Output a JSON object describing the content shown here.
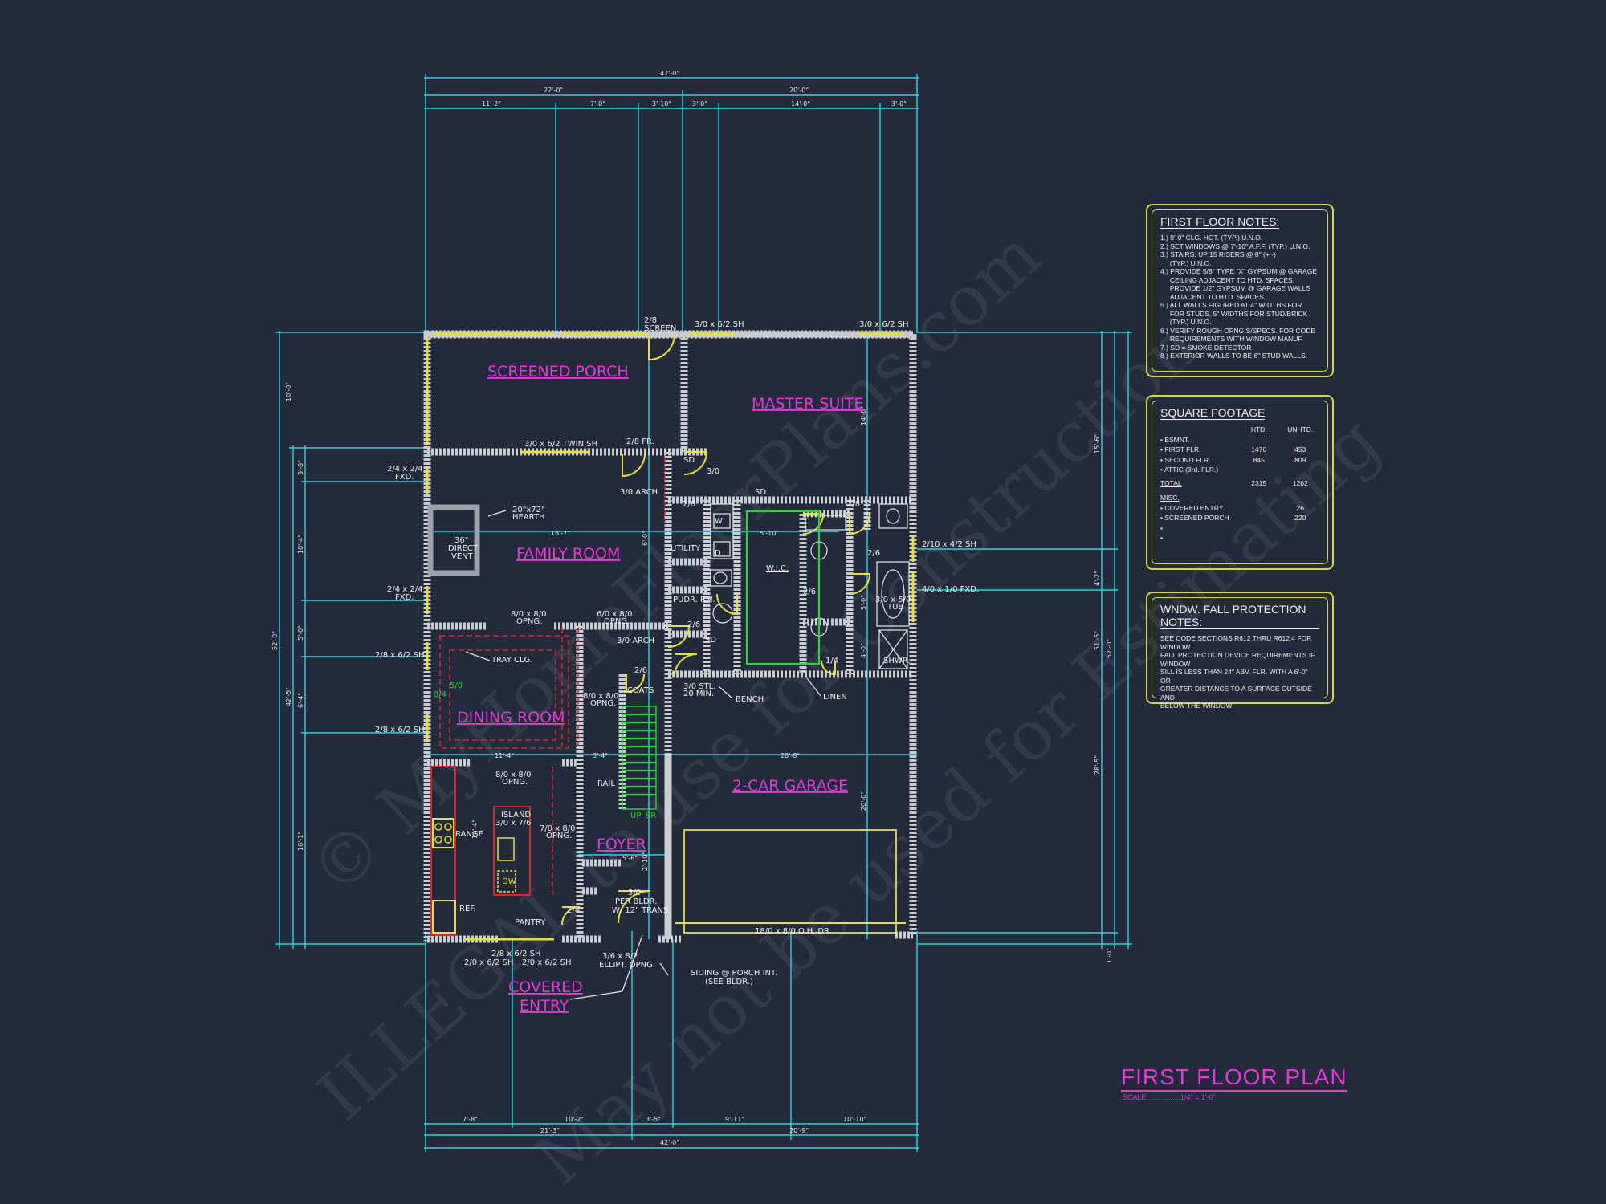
{
  "watermark": {
    "line1": "© MyHomeFloorPlans.com",
    "line2": "ILLEGAL to use for Construction",
    "line3": "May not be used for Estimating"
  },
  "dimensions": {
    "top_overall": "42'-0\"",
    "top_left": "22'-0\"",
    "top_right": "20'-0\"",
    "top_segments": [
      "11'-2\"",
      "7'-0\"",
      "3'-10\"",
      "3'-0\"",
      "14'-0\"",
      "3'-0\""
    ],
    "bottom_overall": "42'-0\"",
    "bottom_left": "21'-3\"",
    "bottom_right": "20'-9\"",
    "bottom_segments": [
      "7'-8\"",
      "10'-2\"",
      "3'-5\"",
      "9'-11\"",
      "10'-10\""
    ],
    "left_overall": "52'-0\"",
    "left_mid": "42'-5\"",
    "left_segments": [
      "10'-0\"",
      "3'-8\"",
      "10'-4\"",
      "5'-0\"",
      "6'-4\"",
      "16'-1\""
    ],
    "right_overall": "52'-0\"",
    "right_mid": "51'-5\"",
    "right_segments": [
      "15'-6\"",
      "4'-2\"",
      "28'-5\"",
      "1'-0\""
    ],
    "interior": [
      "18'-7\"",
      "5'-10\"",
      "20'-8\"",
      "11'-4\"",
      "3'-4\"",
      "5'-6\"",
      "14'-0\"",
      "20'-0\"",
      "14'-4\"",
      "2'-10\"",
      "6'-0\"",
      "5'-0\"",
      "4'-0\""
    ]
  },
  "rooms": {
    "screened_porch": "SCREENED PORCH",
    "master_suite": "MASTER SUITE",
    "family_room": "FAMILY ROOM",
    "dining_room": "DINING ROOM",
    "garage": "2-CAR GARAGE",
    "foyer": "FOYER",
    "covered_entry_1": "COVERED",
    "covered_entry_2": "ENTRY",
    "wic": "W.I.C.",
    "utility": "UTILITY",
    "pudr": "PUDR. RM.",
    "coats": "COATS",
    "pantry": "PANTRY",
    "linen": "LINEN",
    "tub": "TUB",
    "shwr": "SHWR."
  },
  "labels": {
    "screen": [
      "2/8",
      "SCREEN"
    ],
    "win_3010_62_a": "3/0 x 6/2 SH",
    "win_3010_62_b": "3/0 x 6/2 SH",
    "twin_sh": "3/0 x 6/2 TWIN SH",
    "fr": "2/8 FR.",
    "sd1": "SD",
    "sd2": "SD",
    "sd3": "SD",
    "d30": "3/0",
    "arch30": "3/0 ARCH",
    "fxd24a": [
      "2/4 x 2/4",
      "FXD."
    ],
    "fxd24b": [
      "2/4 x 2/4",
      "FXD."
    ],
    "hearth": [
      "20\"x72\"",
      "HEARTH"
    ],
    "direct_vent": [
      "36\"",
      "DIRECT",
      "VENT"
    ],
    "opng8010a": [
      "8/0 x 8/0",
      "OPNG."
    ],
    "opng6010": [
      "6/0 x 8/0",
      "OPNG."
    ],
    "opng8010b": [
      "8/0 x 8/0",
      "OPNG."
    ],
    "opng8010c": [
      "8/0 x 8/0",
      "OPNG."
    ],
    "opng7010": [
      "7/0 x 8/0",
      "OPNG."
    ],
    "arch30b": "3/0 ARCH",
    "tray": "TRAY CLG.",
    "sh286a": "2/8 x 6/2 SH",
    "sh286b": "2/8 x 6/2 SH",
    "sh210": "2/10 x 4/2 SH",
    "fxd410": "4/0 x 1/0 FXD.",
    "tub3050": "3/0 x 5/0",
    "d28a": "2/8",
    "d28b": "2/8",
    "d26a": "2/6",
    "d26b": "2/6",
    "d26c": "2/6",
    "d26d": "2/6",
    "d14": "1/4",
    "d24": "2/4",
    "w": "W",
    "dd": "D",
    "stl": [
      "3/0 STL.",
      "20 MIN."
    ],
    "bench": "BENCH",
    "rail": "RAIL",
    "up": "UP",
    "island": [
      "ISLAND",
      "3/0 x 7/6"
    ],
    "range": "RANGE",
    "ref": "REF.",
    "dw": "DW",
    "per_bldr": [
      "3/0",
      "PER BLDR.",
      "W/ 12\" TRANS."
    ],
    "ohdr": "18/0 x 8/0 O.H. DR.",
    "sh286c": "2/8 x 6/2 SH",
    "sh206a": "2/0 x 6/2 SH",
    "sh206b": "2/0 x 6/2 SH",
    "ellipt": [
      "3/6 x 8/2",
      "ELLIPT. OPNG."
    ],
    "siding": [
      "SIDING @ PORCH INT.",
      "(SEE BLDR.)"
    ],
    "g50": "5/0",
    "g84": "8/4",
    "sr": "SR"
  },
  "notes": {
    "title": "FIRST FLOOR NOTES:",
    "lines": [
      "1.) 9'-0\" CLG. HGT. (TYP.) U.N.O.",
      "2.) SET WINDOWS @ 7'-10\" A.F.F. (TYP.) U.N.O.",
      "3.) STAIRS: UP 15 RISERS @ 8\" (+ -)",
      "     (TYP.) U.N.O.",
      "4.) PROVIDE 5/8\" TYPE \"X\" GYPSUM @ GARAGE",
      "     CEILING ADJACENT TO HTD. SPACES.",
      "     PROVIDE 1/2\" GYPSUM @ GARAGE WALLS",
      "     ADJACENT TO HTD. SPACES.",
      "5.) ALL WALLS FIGURED AT 4\" WIDTHS FOR",
      "     FOR STUDS, 5\" WIDTHS FOR STUD/BRICK",
      "     (TYP.) U.N.O.",
      "6.) VERIFY ROUGH OPNG.S/SPECS. FOR CODE",
      "     REQUIREMENTS WITH WINDOW MANUF.",
      "7.) SD = SMOKE DETECTOR",
      "8.) EXTERIOR WALLS TO BE 6\" STUD WALLS."
    ]
  },
  "square_footage": {
    "title": "SQUARE FOOTAGE",
    "col_htd": "HTD.",
    "col_unhtd": "UNHTD.",
    "rows": [
      {
        "name": "• BSMNT.",
        "htd": "",
        "unhtd": ""
      },
      {
        "name": "• FIRST FLR.",
        "htd": "1470",
        "unhtd": "453"
      },
      {
        "name": "• SECOND FLR.",
        "htd": "845",
        "unhtd": "809"
      },
      {
        "name": "• ATTIC (3rd. FLR.)",
        "htd": "",
        "unhtd": ""
      },
      {
        "name": "TOTAL",
        "htd": "2315",
        "unhtd": "1262"
      }
    ],
    "misc_title": "MISC.",
    "misc_rows": [
      {
        "name": "• COVERED ENTRY",
        "value": "26"
      },
      {
        "name": "• SCREENED PORCH",
        "value": "220"
      },
      {
        "name": "•",
        "value": ""
      },
      {
        "name": "•",
        "value": ""
      }
    ]
  },
  "window_notes": {
    "title": "WNDW. FALL PROTECTION NOTES:",
    "lines": [
      "SEE CODE SECTIONS R612 THRU R612.4 FOR WINDOW",
      "FALL PROTECTION DEVICE REQUIREMENTS IF WINDOW",
      "SILL IS LESS THAN 24\" ABV. FLR. WITH A 6'-0\" OR",
      "GREATER DISTANCE TO A SURFACE OUTSIDE AND",
      "BELOW THE WINDOW."
    ]
  },
  "plan_title": "FIRST FLOOR PLAN",
  "plan_scale": "SCALE: ...............1/4\" = 1'-0\""
}
